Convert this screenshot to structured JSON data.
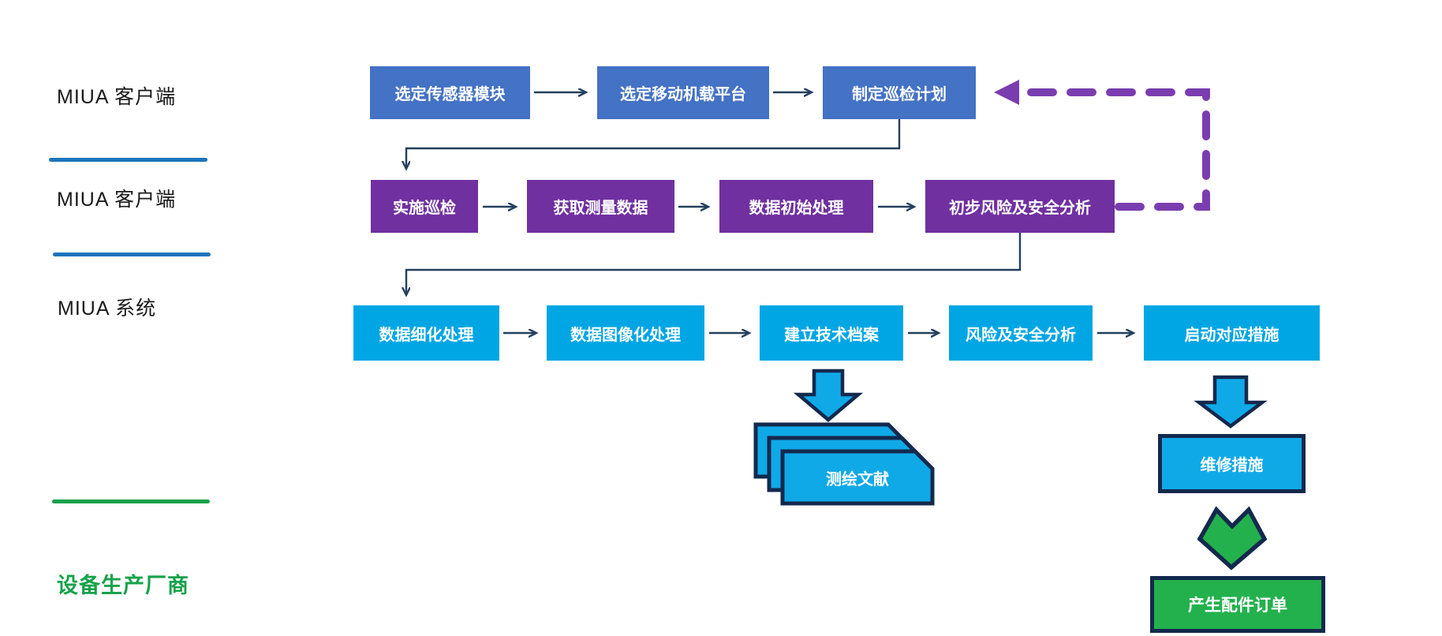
{
  "lanes": [
    {
      "label": "MIUA 客户端"
    },
    {
      "label": "MIUA 客户端"
    },
    {
      "label": "MIUA 系统"
    },
    {
      "label": "设备生产厂商"
    }
  ],
  "flow": {
    "row1": {
      "owner": "MIUA 客户端",
      "boxes": [
        {
          "label": "选定传感器模块"
        },
        {
          "label": "选定移动机载平台"
        },
        {
          "label": "制定巡检计划"
        }
      ]
    },
    "row2": {
      "owner": "MIUA 客户端",
      "boxes": [
        {
          "label": "实施巡检"
        },
        {
          "label": "获取测量数据"
        },
        {
          "label": "数据初始处理"
        },
        {
          "label": "初步风险及安全分析"
        }
      ]
    },
    "row3": {
      "owner": "MIUA 系统",
      "boxes": [
        {
          "label": "数据细化处理"
        },
        {
          "label": "数据图像化处理"
        },
        {
          "label": "建立技术档案"
        },
        {
          "label": "风险及安全分析"
        },
        {
          "label": "启动对应措施"
        }
      ]
    }
  },
  "outputs": {
    "survey_documents": {
      "label": "测绘文献"
    },
    "maintenance": {
      "label": "维修措施"
    },
    "parts_order": {
      "label": "产生配件订单"
    }
  },
  "colors": {
    "row1_fill": "#4472c4",
    "row2_fill": "#7030a0",
    "row3_fill": "#00a6e4",
    "green_fill": "#23b14d",
    "outline_navy": "#13294d",
    "connector_navy": "#24405f",
    "feedback_purple": "#7a3daf",
    "divider_blue": "#1b75bc",
    "divider_green": "#17a24b"
  }
}
